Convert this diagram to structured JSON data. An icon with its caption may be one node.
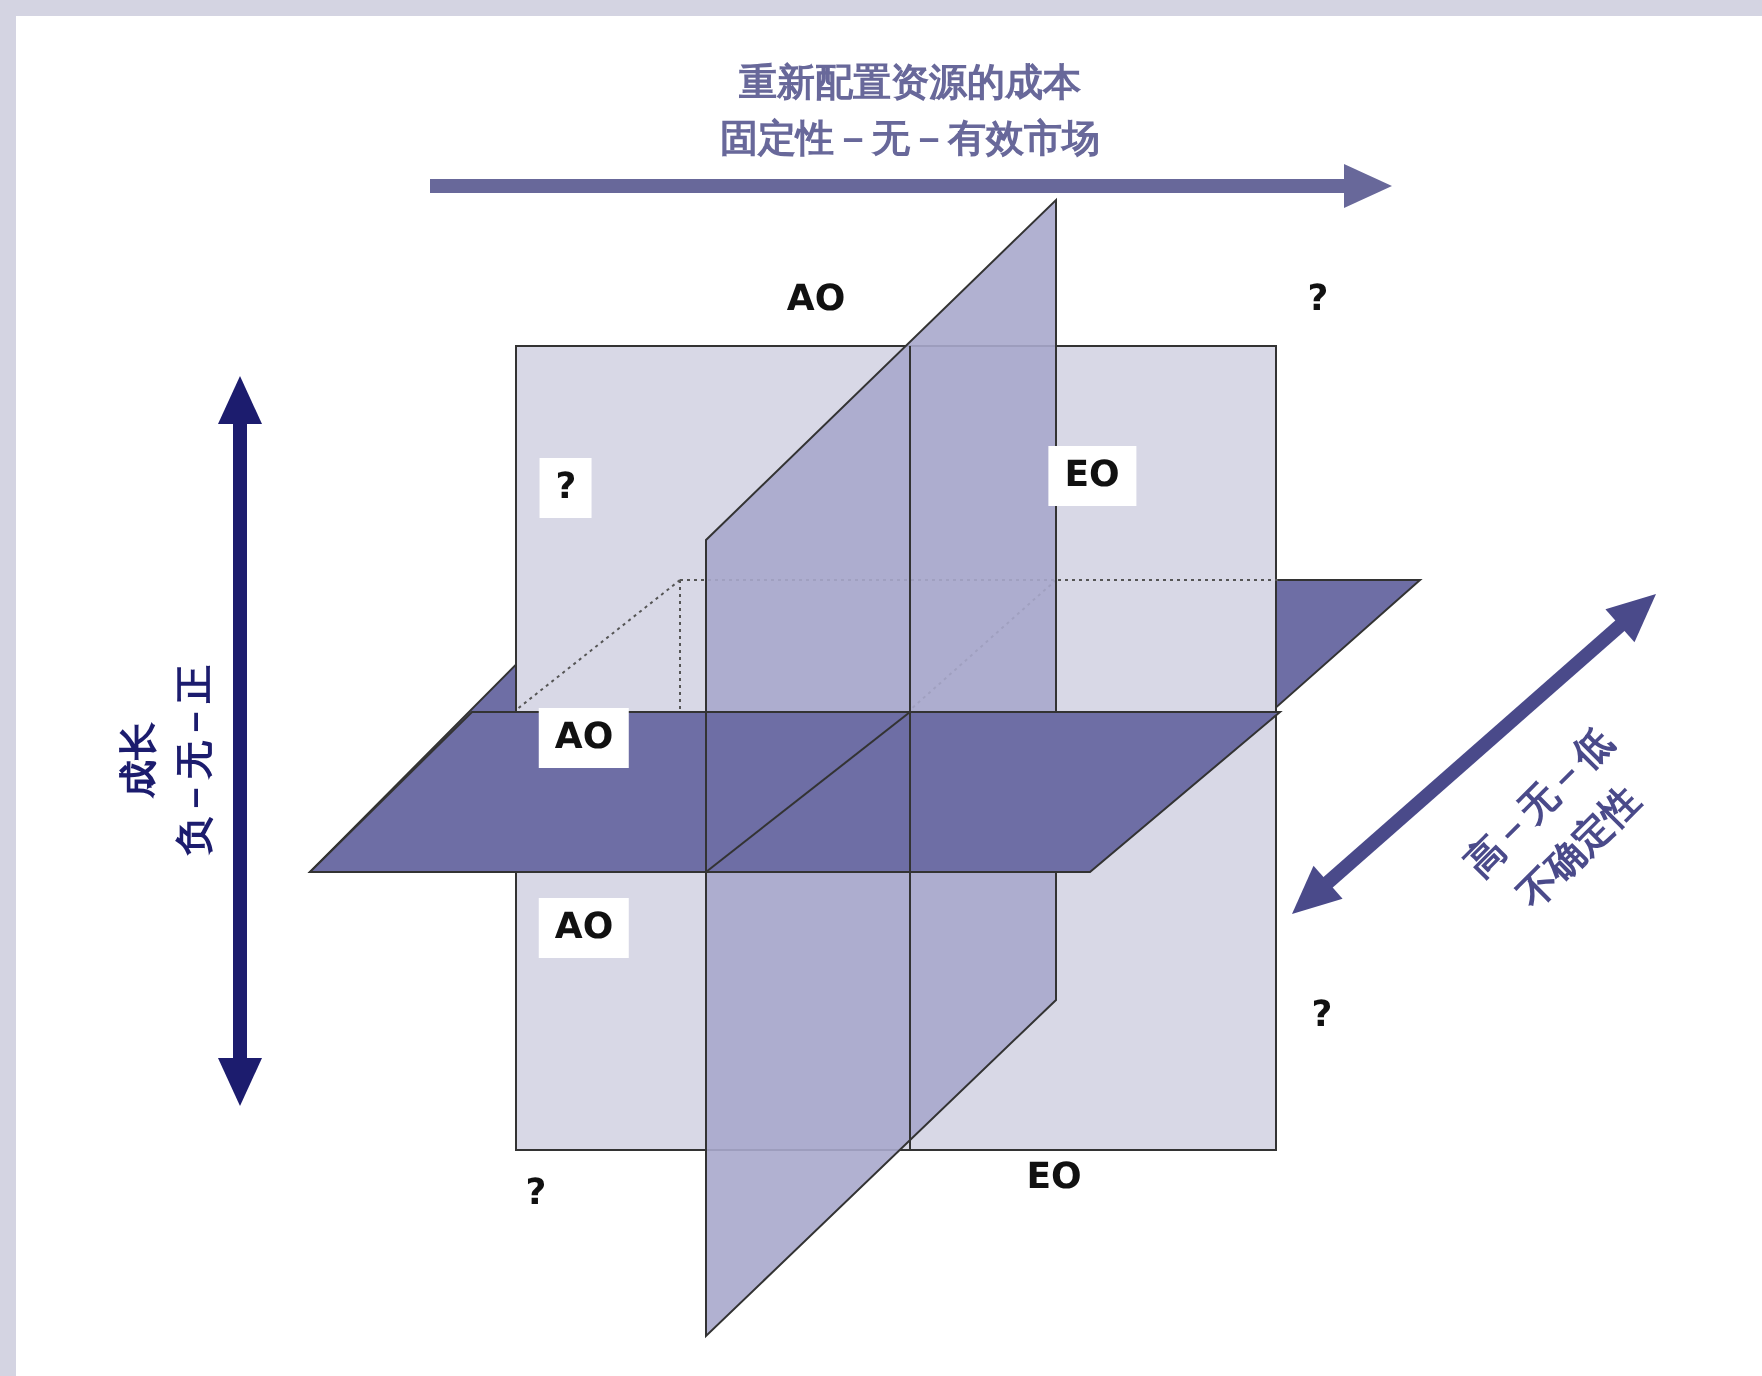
{
  "diagram": {
    "labels": [
      "重新配置资源的成本",
      "固定性－无－有效市场",
      "AO",
      "?",
      "?",
      "EO",
      "成长",
      "负－无－正",
      "AO",
      "高－无－低",
      "不确定性",
      "AO",
      "?",
      "?",
      "EO"
    ]
  }
}
